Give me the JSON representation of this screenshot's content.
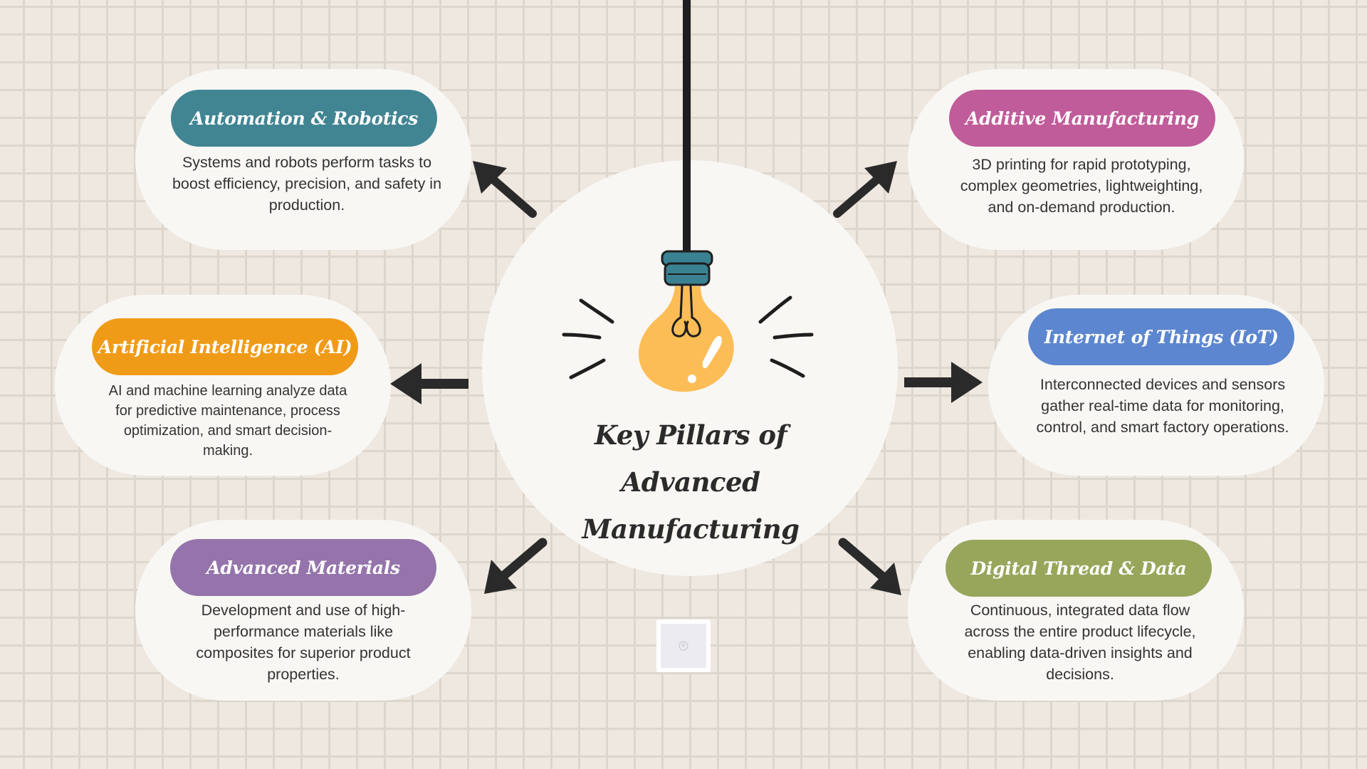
{
  "title": "Key Pillars of Advanced Manufacturing",
  "colors": {
    "background": "#eee8e1",
    "card": "#f9f7f4",
    "arrow": "#2a2a2a",
    "bulb": "#fdbd56",
    "socket": "#3a8191"
  },
  "pillars": [
    {
      "heading": "Automation & Robotics",
      "description": "Systems and robots perform tasks to boost efficiency, precision, and safety in production.",
      "color": "#418593"
    },
    {
      "heading": "Artificial Intelligence (AI)",
      "description": "AI and machine learning analyze data for predictive maintenance, process optimization, and smart decision-making.",
      "color": "#f09b17"
    },
    {
      "heading": "Advanced Materials",
      "description": "Development and use of high-performance materials like composites for superior product properties.",
      "color": "#9574ab"
    },
    {
      "heading": "Additive Manufacturing",
      "description": "3D printing for rapid prototyping, complex geometries, lightweighting, and on-demand production.",
      "color": "#c05c9a"
    },
    {
      "heading": "Internet of Things (IoT)",
      "description": "Interconnected devices and sensors gather real-time data for monitoring, control, and smart factory operations.",
      "color": "#5c86cf"
    },
    {
      "heading": "Digital Thread & Data",
      "description": "Continuous, integrated data flow across the entire product lifecycle, enabling data-driven insights and decisions.",
      "color": "#97a65b"
    }
  ]
}
